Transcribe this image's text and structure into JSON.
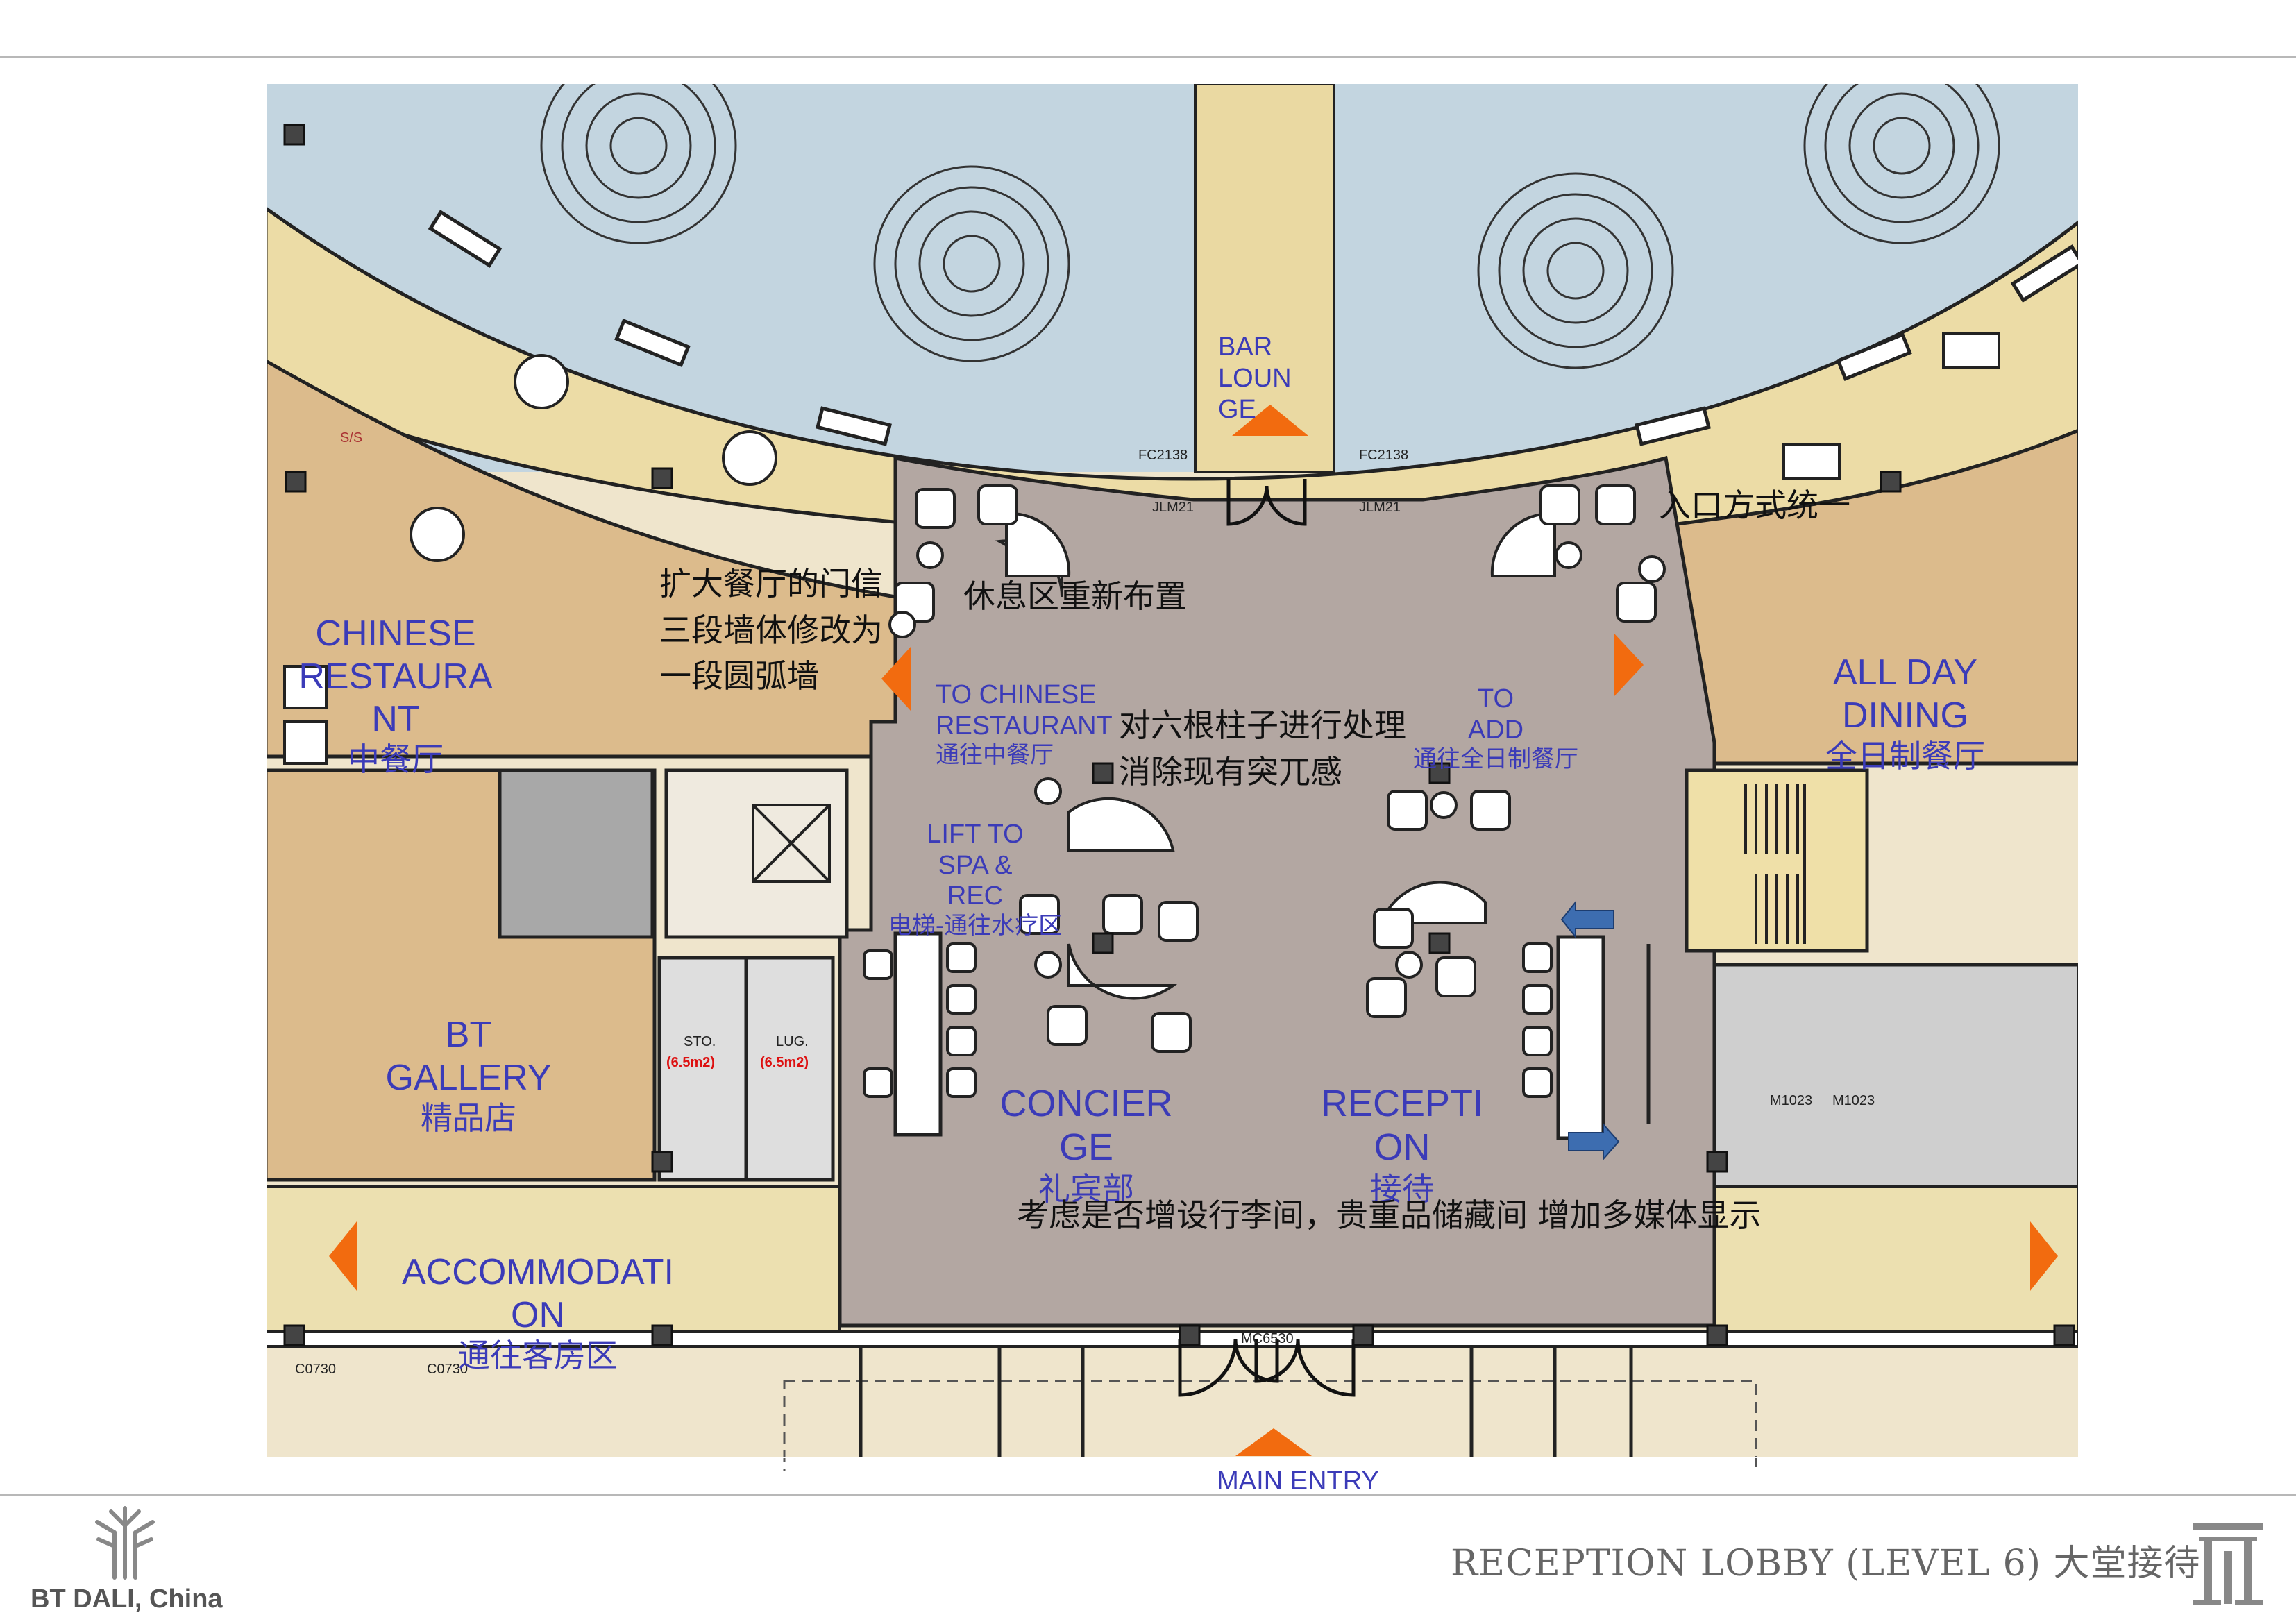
{
  "zones": {
    "bar_lounge": "BAR\nLOUN\nGE",
    "chinese_restaurant": {
      "en": "CHINESE\nRESTAURA\nNT",
      "cn": "中餐厅"
    },
    "all_day_dining": {
      "en": "ALL DAY\nDINING",
      "cn": "全日制餐厅"
    },
    "to_chinese_restaurant": {
      "en": "TO CHINESE\nRESTAURANT",
      "cn": "通往中餐厅"
    },
    "to_add": {
      "en": "TO\nADD",
      "cn": "通往全日制餐厅"
    },
    "lift_to_spa": {
      "en": "LIFT TO\nSPA &\nREC",
      "cn": "电梯-通往水疗区"
    },
    "bt_gallery": {
      "en": "BT\nGALLERY",
      "cn": "精品店"
    },
    "concierge": {
      "en": "CONCIER\nGE",
      "cn": "礼宾部"
    },
    "reception": {
      "en": "RECEPTI\nON",
      "cn": "接待"
    },
    "accommodation": {
      "en": "ACCOMMODATI\nON",
      "cn": "通往客房区"
    },
    "main_entry": "MAIN ENTRY"
  },
  "notes": {
    "entrance_unify": "入口方式统一",
    "restaurant_door": "扩大餐厅的门信\n三段墙体修改为\n一段圆弧墙",
    "lounge_rearrange": "休息区重新布置",
    "columns": "对六根柱子进行处理\n消除现有突兀感",
    "luggage": "考虑是否增设行李间，贵重品储藏间 增加多媒体显示"
  },
  "plan_tags": {
    "sto": "STO.",
    "lug": "LUG.",
    "area1": "(6.5m2)",
    "area2": "(6.5m2)",
    "ss": "S/S",
    "mc": "MC6530",
    "fc1": "FC2138",
    "fc2": "FC2138",
    "jlm1": "JLM21",
    "jlm2": "JLM21",
    "m1": "M1023",
    "m2": "M1023",
    "c1": "C0730",
    "c2": "C0730"
  },
  "footer": {
    "title": "RECEPTION LOBBY (LEVEL 6) 大堂接待",
    "brand": "BT DALI, China"
  },
  "colors": {
    "arrow": "#f26b0f",
    "label": "#3b3bb8",
    "lobby": "#b3a7a2",
    "wing": "#e8d8a0",
    "restaurant": "#d9b98b",
    "water": "#c3d5e0",
    "blue_arrow": "#3d6db0"
  }
}
